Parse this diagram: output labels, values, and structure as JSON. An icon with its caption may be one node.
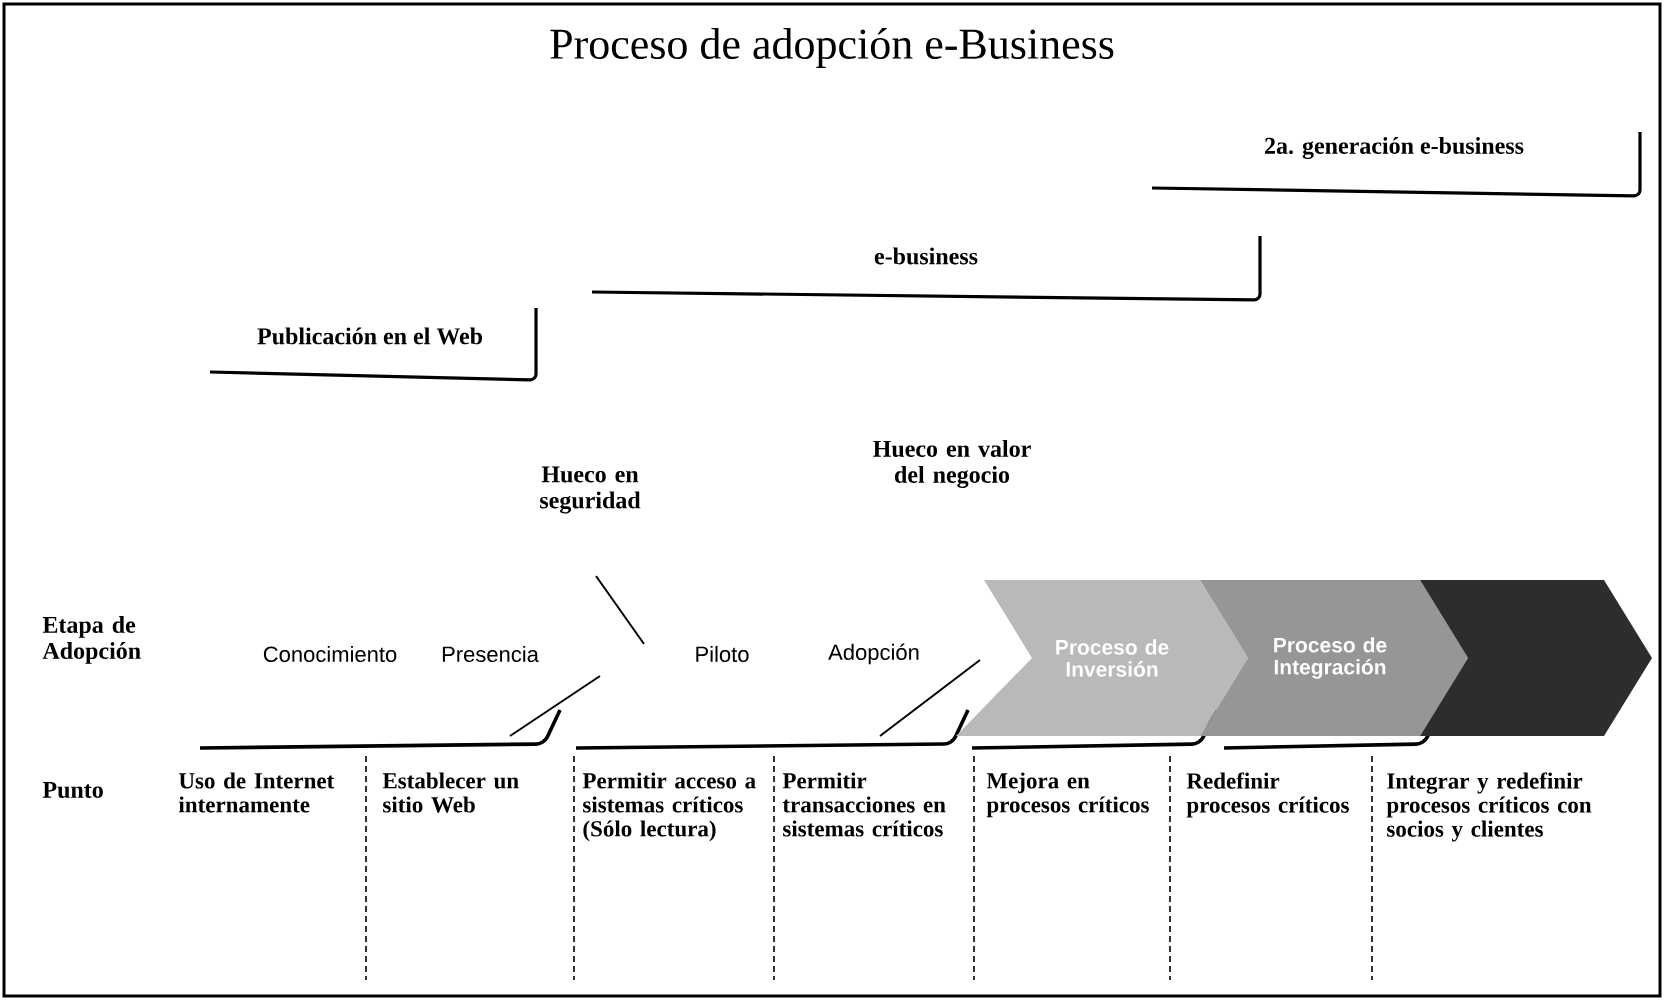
{
  "diagram": {
    "title": "Proceso de adopción e-Business",
    "nodes": [
      {
        "text": [
          "Proceso de Inversión"
        ]
      },
      {
        "text": [
          "Proceso de Integración"
        ]
      },
      {
        "text": [],
        "shape": "chevron"
      }
    ],
    "edges": [],
    "labels": [
      "2a. generación e-business",
      "e-business",
      "Publicación en el Web",
      "Hueco en seguridad",
      "Hueco en valor del negocio",
      "Etapa de Adopción",
      "Conocimiento",
      "Presencia",
      "Piloto",
      "Adopción",
      "Punto",
      "Uso de Internet internamente",
      "Establecer un sitio Web",
      "Permitir acceso a sistemas críticos (Sólo lectura)",
      "Permitir transacciones en sistemas críticos",
      "Mejora en procesos críticos",
      "Redefinir procesos críticos",
      "Integrar y redefinir procesos críticos con socios y clientes"
    ]
  }
}
